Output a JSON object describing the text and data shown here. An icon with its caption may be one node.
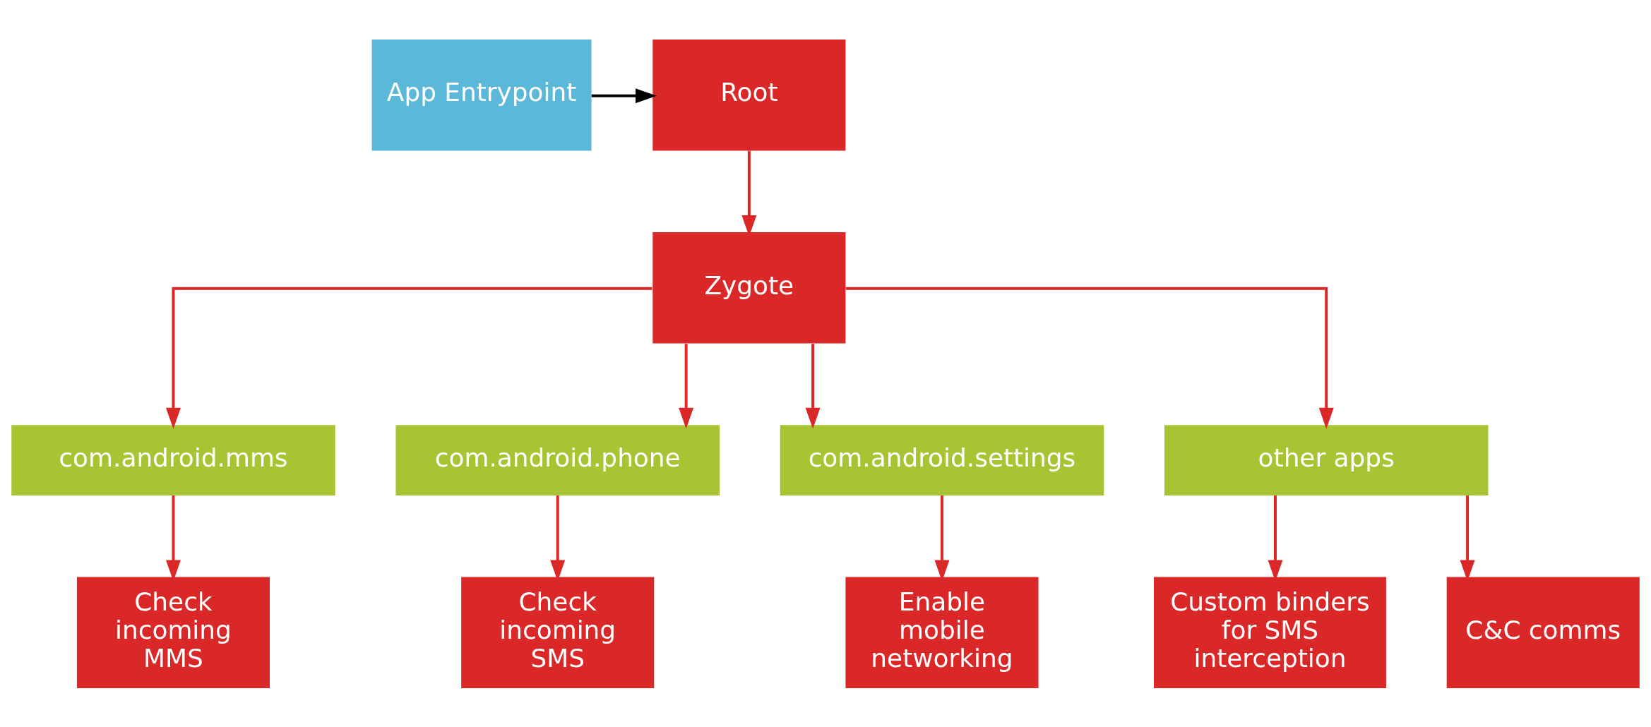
{
  "diagram": {
    "nodes": [
      {
        "text": [
          "App Entrypoint"
        ]
      },
      {
        "text": [
          "Root"
        ]
      },
      {
        "text": [
          "Zygote"
        ]
      },
      {
        "text": [
          "com.android.mms"
        ]
      },
      {
        "text": [
          "com.android.phone"
        ]
      },
      {
        "text": [
          "com.android.settings"
        ]
      },
      {
        "text": [
          "other apps"
        ]
      },
      {
        "text": [
          "Check incoming MMS"
        ]
      },
      {
        "text": [
          "Check incoming SMS"
        ]
      },
      {
        "text": [
          "Enable mobile networking"
        ]
      },
      {
        "text": [
          "Custom binders for SMS interception"
        ]
      },
      {
        "text": [
          "C&C comms"
        ]
      }
    ],
    "edges": [
      {
        "from": 0,
        "to": 1,
        "arrow": "to",
        "color": "#000000"
      },
      {
        "from": 1,
        "to": 2,
        "arrow": "to"
      },
      {
        "from": 2,
        "to": 3,
        "arrow": "to"
      },
      {
        "from": 2,
        "to": 4,
        "arrow": "to"
      },
      {
        "from": 2,
        "to": 5,
        "arrow": "to"
      },
      {
        "from": 2,
        "to": 6,
        "arrow": "to"
      },
      {
        "from": 3,
        "to": 7,
        "arrow": "to"
      },
      {
        "from": 4,
        "to": 8,
        "arrow": "to"
      },
      {
        "from": 5,
        "to": 9,
        "arrow": "to"
      },
      {
        "from": 6,
        "to": 10,
        "arrow": "to"
      },
      {
        "from": 6,
        "to": 11,
        "arrow": "to"
      }
    ]
  }
}
